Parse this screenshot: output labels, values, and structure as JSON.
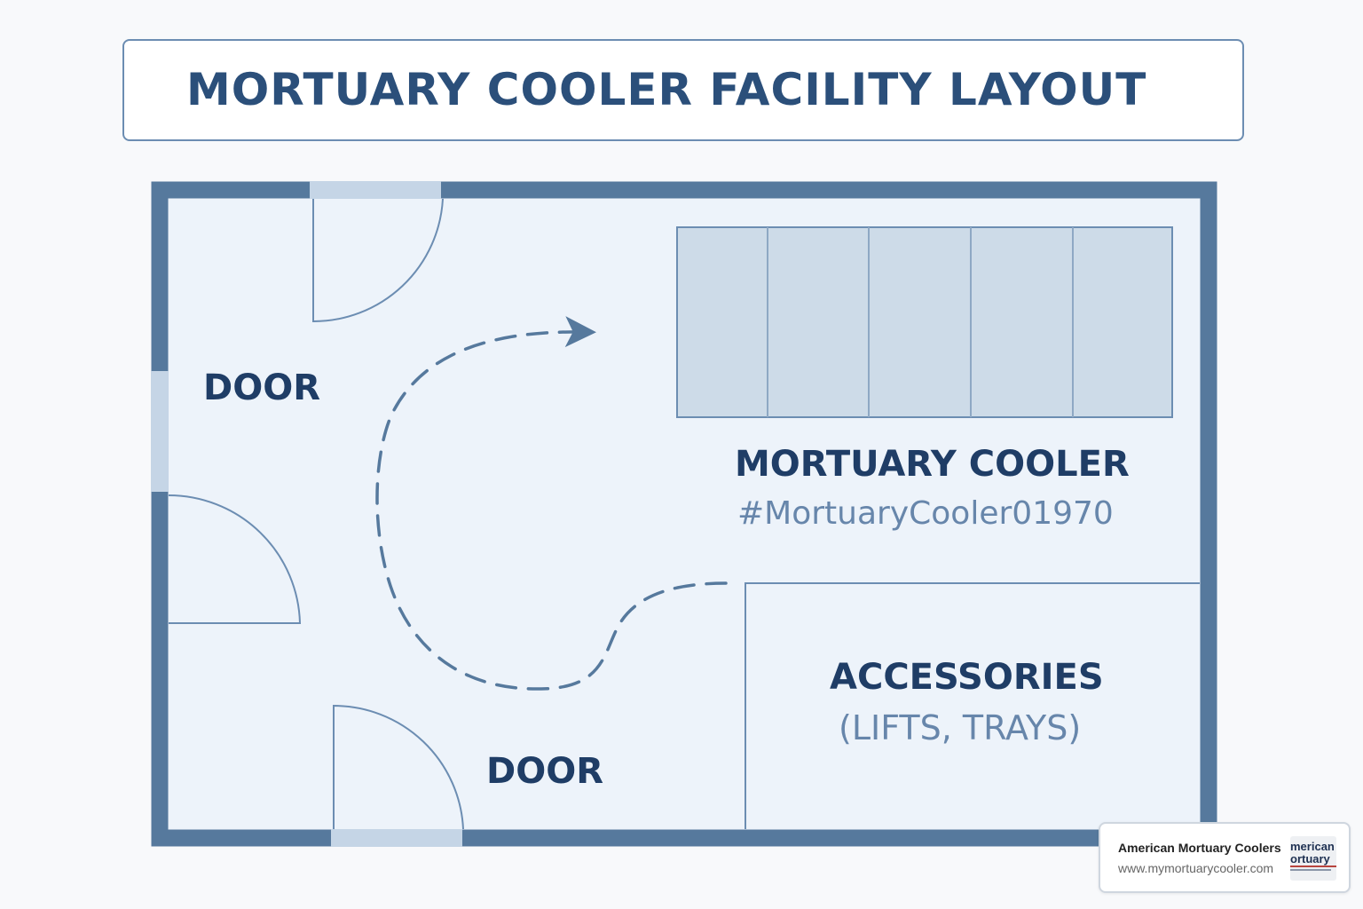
{
  "title": "MORTUARY COOLER FACILITY LAYOUT",
  "labels": {
    "door_left": "DOOR",
    "door_bottom": "DOOR",
    "cooler_title": "MORTUARY COOLER",
    "cooler_subtitle": "#MortuaryCooler01970",
    "accessories_title": "ACCESSORIES",
    "accessories_subtitle": "(LIFTS, TRAYS)"
  },
  "cooler_units": 5,
  "watermark": {
    "name": "American Mortuary Coolers",
    "url": "www.mymortuarycooler.com",
    "logo_text": "American Mortuary"
  },
  "colors": {
    "wall": "#56799d",
    "floor": "#edf3fa",
    "door_gap": "#c5d5e6",
    "cooler_fill": "#cddbe8",
    "line": "#6c8db2",
    "label_dark": "#1f3d66",
    "label_muted": "#6786ab"
  }
}
